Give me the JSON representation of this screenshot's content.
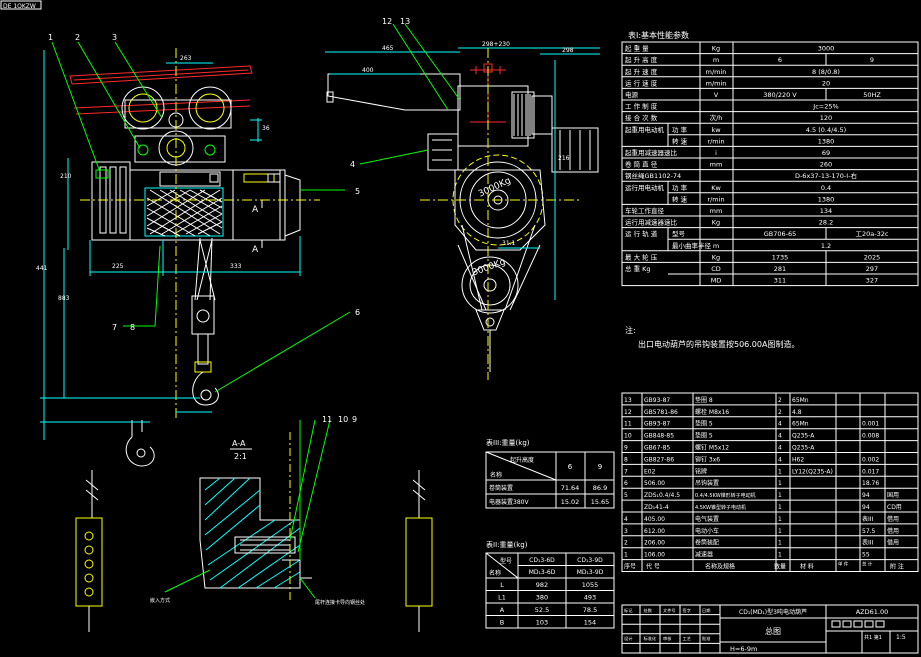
{
  "colors": {
    "bg": "#000000",
    "white": "#ffffff",
    "yellow": "#ffff00",
    "green": "#00ff00",
    "cyan": "#00ffff",
    "red": "#ff2a2a",
    "magenta": "#ff00ff"
  },
  "corner_label": "DE 1OKZW",
  "part_callouts": [
    "1",
    "2",
    "3",
    "4",
    "5",
    "6",
    "7",
    "8",
    "9",
    "10",
    "11",
    "12",
    "13"
  ],
  "dims_front": [
    "263",
    "36",
    "210",
    "441",
    "883",
    "225",
    "333"
  ],
  "dims_side": [
    "465",
    "298+230",
    "400",
    "298",
    "216",
    "31.1"
  ],
  "section_letters": {
    "a": "A",
    "section_title": "A-A",
    "section_scale": "2:1"
  },
  "drum_marks": [
    "3000Kg",
    "3000Kg"
  ],
  "small_labels": [
    "嵌入方式",
    "尾杆连接卡导向钢丝处"
  ],
  "table1": {
    "title": "表Ⅰ:基本性能参数",
    "rows": [
      [
        "起 重 量",
        "",
        "Kg",
        "3000",
        ""
      ],
      [
        "起 升 高 度",
        "",
        "m",
        "6",
        "9"
      ],
      [
        "起 升 速 度",
        "",
        "m/min",
        "8 (8/0.8)",
        ""
      ],
      [
        "运 行 速 度",
        "",
        "m/min",
        "20",
        ""
      ],
      [
        "电源",
        "",
        "V",
        "380/220 V",
        "50HZ"
      ],
      [
        "工 作 制 度",
        "",
        "",
        "Jc=25%",
        ""
      ],
      [
        "接 合 次 数",
        "",
        "次/h",
        "120",
        ""
      ],
      [
        "起重用电动机",
        "功 率",
        "kw",
        "4.5 (0.4/4.5)",
        ""
      ],
      [
        "",
        "转 速",
        "r/min",
        "1380",
        ""
      ],
      [
        "起重用减速器速比",
        "",
        "i",
        "69",
        ""
      ],
      [
        "卷 筒 直 径",
        "",
        "mm",
        "260",
        ""
      ],
      [
        "钢丝绳GB1102-74",
        "",
        "",
        "D-6x37-13-170-Ⅰ-右",
        ""
      ],
      [
        "运行用电动机",
        "功 率",
        "Kw",
        "0.4",
        ""
      ],
      [
        "",
        "转 速",
        "r/min",
        "1380",
        ""
      ],
      [
        "车轮工作直径",
        "",
        "mm",
        "134",
        ""
      ],
      [
        "运行用减速器速比",
        "",
        "Kg",
        "28.2",
        ""
      ],
      [
        "运 行 轨 道",
        "型号",
        "",
        "GB706-65",
        "工20a-32c"
      ],
      [
        "",
        "最小曲率半径",
        "m",
        "1.2",
        ""
      ],
      [
        "最 大 轮 压",
        "",
        "Kg",
        "1735",
        "2025"
      ],
      [
        "总 重 Kg",
        "",
        "CD",
        "281",
        "297"
      ],
      [
        "",
        "",
        "MD",
        "311",
        "327"
      ]
    ]
  },
  "note": {
    "label": "注:",
    "text": "出口电动葫芦的吊钩装置按506.00A图制造。"
  },
  "table3": {
    "title": "表III:重量(kg)",
    "head_diag_top": "起升高度",
    "head_diag_bottom": "名称",
    "cols": [
      "6",
      "9"
    ],
    "rows": [
      [
        "卷筒装置",
        "71.64",
        "86.9"
      ],
      [
        "电器装置380V",
        "15.02",
        "15.65"
      ]
    ]
  },
  "table2": {
    "title": "表II:重量(kg)",
    "head_diag_top": "型号",
    "head_diag_bottom": "名称",
    "cols": [
      [
        "CD₁3-6D",
        "MD₁3-6D"
      ],
      [
        "CD₁3-9D",
        "MD₁3-9D"
      ]
    ],
    "rows": [
      [
        "L",
        "982",
        "1055"
      ],
      [
        "L1",
        "380",
        "493"
      ],
      [
        "A",
        "52.5",
        "78.5"
      ],
      [
        "B",
        "103",
        "154"
      ]
    ]
  },
  "bom": {
    "rows": [
      [
        "13",
        "GB93-87",
        "垫圈 8",
        "2",
        "65Mn",
        "",
        "",
        ""
      ],
      [
        "12",
        "GB5781-86",
        "螺栓 M8x16",
        "2",
        "4.8",
        "",
        "",
        ""
      ],
      [
        "11",
        "GB93-87",
        "垫圈 5",
        "4",
        "65Mn",
        "",
        "0.001",
        ""
      ],
      [
        "10",
        "GB848-85",
        "垫圈 5",
        "4",
        "Q235-A",
        "",
        "0.008",
        ""
      ],
      [
        "9",
        "GB67-85",
        "螺钉 M5x12",
        "4",
        "Q235-A",
        "",
        "",
        ""
      ],
      [
        "8",
        "GB827-86",
        "铆钉 3x6",
        "4",
        "H62",
        "",
        "0.002",
        ""
      ],
      [
        "7",
        "E02",
        "铭牌",
        "1",
        "LY12(Q235-A)",
        "",
        "0.017",
        ""
      ],
      [
        "6",
        "506.00",
        "吊钩装置",
        "1",
        "",
        "",
        "18.76",
        ""
      ],
      [
        "5",
        "ZDS₁0.4/4.5",
        "0.4/4.5KW锥形转子电动机",
        "1",
        "",
        "",
        "94",
        "国用"
      ],
      [
        "",
        "ZD₁41-4",
        "4.5KW锥型转子电动机",
        "1",
        "",
        "",
        "94",
        "CD用"
      ],
      [
        "4",
        "405.00",
        "电气装置",
        "1",
        "",
        "",
        "表III",
        "借用"
      ],
      [
        "3",
        "612.00",
        "电动小车",
        "1",
        "",
        "",
        "57.5",
        "借用"
      ],
      [
        "2",
        "206.00",
        "卷筒装配",
        "1",
        "",
        "",
        "表III",
        "借用"
      ],
      [
        "1",
        "106.00",
        "减速器",
        "1",
        "",
        "",
        "55",
        ""
      ]
    ],
    "header": [
      "序号",
      "代 号",
      "名称及规格",
      "数量",
      "材 料",
      "",
      "",
      ""
    ],
    "header_extra": [
      "单 件",
      "总 计",
      "附 注"
    ],
    "title_block": {
      "product": "CD₁(MD₁)型3吨电动葫芦",
      "drawing_title": "总图",
      "height": "H=6-9m",
      "drawing_no": "AZD61.00",
      "sheet": "共1 第1",
      "scale": "1:5",
      "sign_labels": [
        "标记",
        "处数",
        "文件号",
        "签字",
        "日期",
        "设计",
        "标准化",
        "审核",
        "工艺",
        "批准"
      ]
    }
  }
}
